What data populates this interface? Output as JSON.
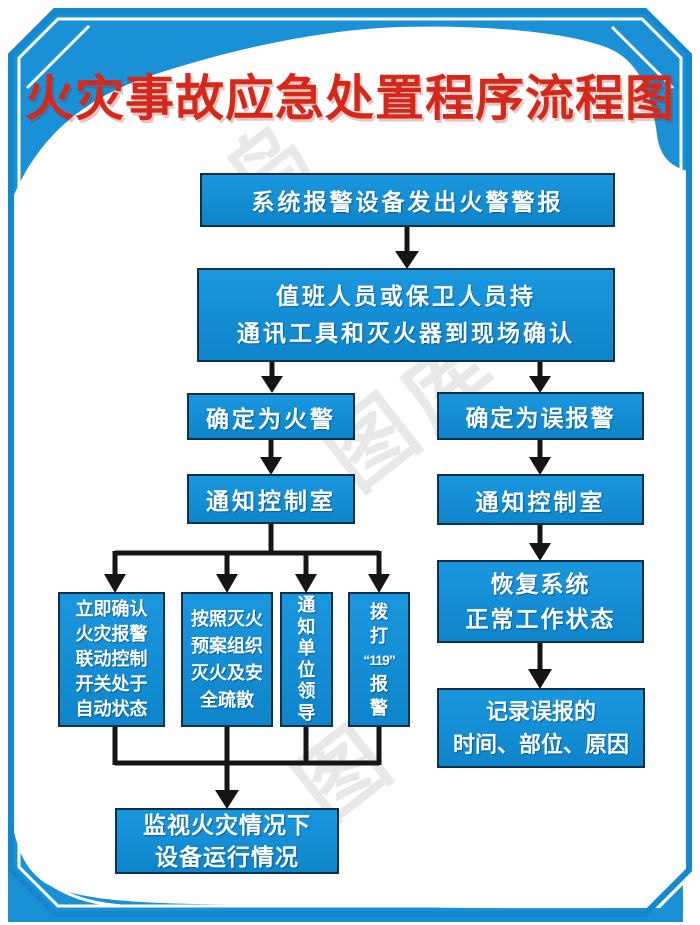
{
  "title": "火灾事故应急处置程序流程图",
  "watermark": {
    "fragments": [
      "鸟",
      "图库",
      "图"
    ]
  },
  "colors": {
    "box_blue": "#1190d8",
    "box_border": "#0c3047",
    "frame_blue": "#1a91d6",
    "title_red": "#d6281a",
    "arrow_black": "#151515"
  },
  "flow": {
    "alarm": {
      "label": "系统报警设备发出火警警报"
    },
    "confirm_scene": {
      "line1": "值班人员或保卫人员持",
      "line2": "通讯工具和灭火器到现场确认"
    },
    "fire_confirmed": {
      "label": "确定为火警"
    },
    "notify_control_left": {
      "label": "通知控制室"
    },
    "false_alarm": {
      "label": "确定为误报警"
    },
    "notify_control_right": {
      "label": "通知控制室"
    },
    "restore_system": {
      "line1": "恢复系统",
      "line2": "正常工作状态"
    },
    "record_false_alarm": {
      "line1": "记录误报的",
      "line2": "时间、部位、原因"
    },
    "linkage_auto": {
      "line1": "立即确认",
      "line2": "火灾报警",
      "line3": "联动控制",
      "line4": "开关处于",
      "line5": "自动状态"
    },
    "organize_extinguish": {
      "line1": "按照灭火",
      "line2": "预案组织",
      "line3": "灭火及安",
      "line4": "全疏散"
    },
    "notify_leaders": {
      "label": "通知单位领导"
    },
    "call_119": {
      "line1": "拨",
      "line2": "打",
      "line3": "“119”",
      "line4": "报",
      "line5": "警"
    },
    "monitor_equipment": {
      "line1": "监视火灾情况下",
      "line2": "设备运行情况"
    }
  }
}
